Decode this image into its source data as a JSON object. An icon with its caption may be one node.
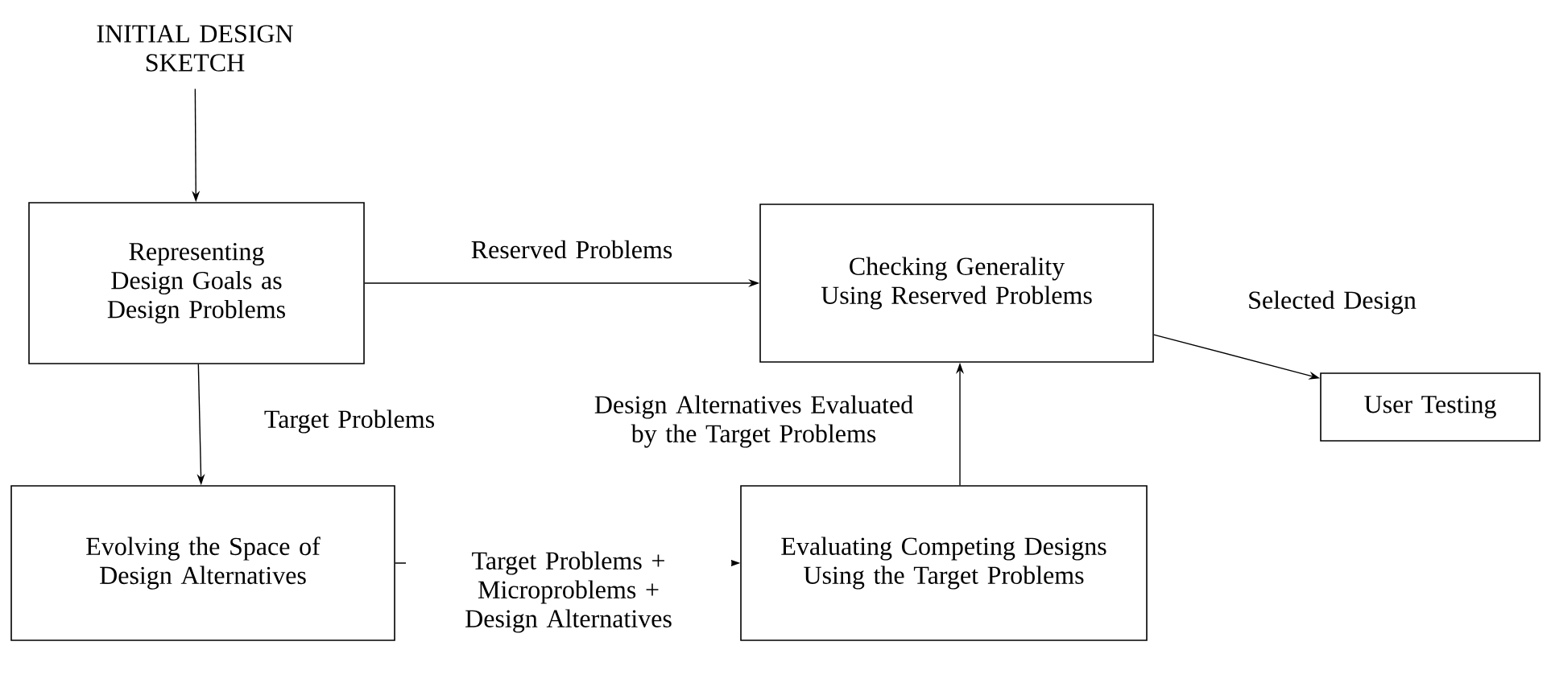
{
  "diagram": {
    "nodes": [
      {
        "text": [
          "INITIAL DESIGN SKETCH"
        ]
      },
      {
        "text": [
          "Representing Design Goals as Design Problems"
        ]
      },
      {
        "text": [
          "Evolving the Space of Design Alternatives"
        ]
      },
      {
        "text": [
          "Evaluating Competing Designs Using the Target Problems"
        ]
      },
      {
        "text": [
          "Checking Generality Using Reserved Problems"
        ]
      },
      {
        "text": [
          "User Testing"
        ]
      }
    ],
    "edges": [
      {
        "from": 0,
        "to": 1,
        "arrow": "to"
      },
      {
        "from": 1,
        "to": 4,
        "arrow": "to",
        "label": "Reserved Problems"
      },
      {
        "from": 1,
        "to": 2,
        "arrow": "to",
        "label": "Target Problems"
      },
      {
        "from": 2,
        "to": 3,
        "arrow": "to",
        "label": "Target Problems + Microproblems + Design Alternatives"
      },
      {
        "from": 3,
        "to": 4,
        "arrow": "to",
        "label": "Design Alternatives Evaluated by the Target Problems"
      },
      {
        "from": 4,
        "to": 5,
        "arrow": "to",
        "label": "Selected Design"
      }
    ]
  }
}
